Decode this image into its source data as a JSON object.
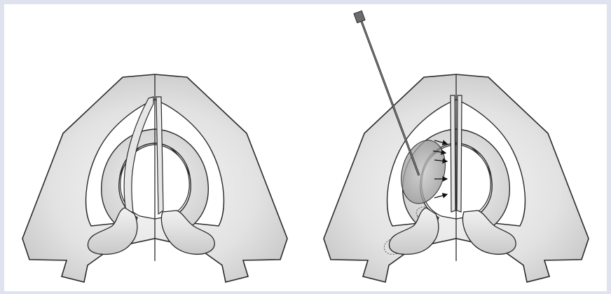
{
  "figure": {
    "panels": [
      {
        "id": "left",
        "depicts": "nasal-cavity-before-septal-correction"
      },
      {
        "id": "right",
        "depicts": "nasal-cavity-with-needle-and-submucosal-injection"
      }
    ],
    "colors": {
      "frame": "#dfe3ef",
      "bone_fill_light": "#f6f6f6",
      "bone_fill_dark": "#c9c9c9",
      "outline": "#2a2a2a",
      "injection_fill": "#a9a9a9"
    },
    "icons": [
      "needle-icon",
      "arrow-icon"
    ],
    "arrow_count": 5
  }
}
